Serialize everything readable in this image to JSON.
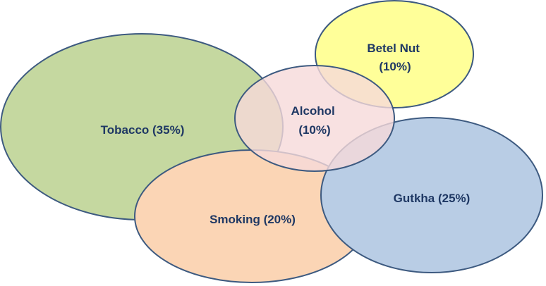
{
  "diagram": {
    "sets": [
      {
        "id": "tobacco",
        "lines": [
          "Tobacco (35%)"
        ],
        "fill": "#c5d8a0"
      },
      {
        "id": "smoking",
        "lines": [
          "Smoking (20%)"
        ],
        "fill": "#fbd5b5"
      },
      {
        "id": "gutkha",
        "lines": [
          "Gutkha (25%)"
        ],
        "fill": "#b9cde5"
      },
      {
        "id": "betel-nut",
        "lines": [
          "Betel Nut",
          "(10%)"
        ],
        "fill": "#ffff99"
      },
      {
        "id": "alcohol",
        "lines": [
          "Alcohol",
          "(10%)"
        ],
        "fill": "#f6dada",
        "opacity": 0.8
      }
    ],
    "stroke": "#3d5a80",
    "label_color": "#1f3864"
  }
}
